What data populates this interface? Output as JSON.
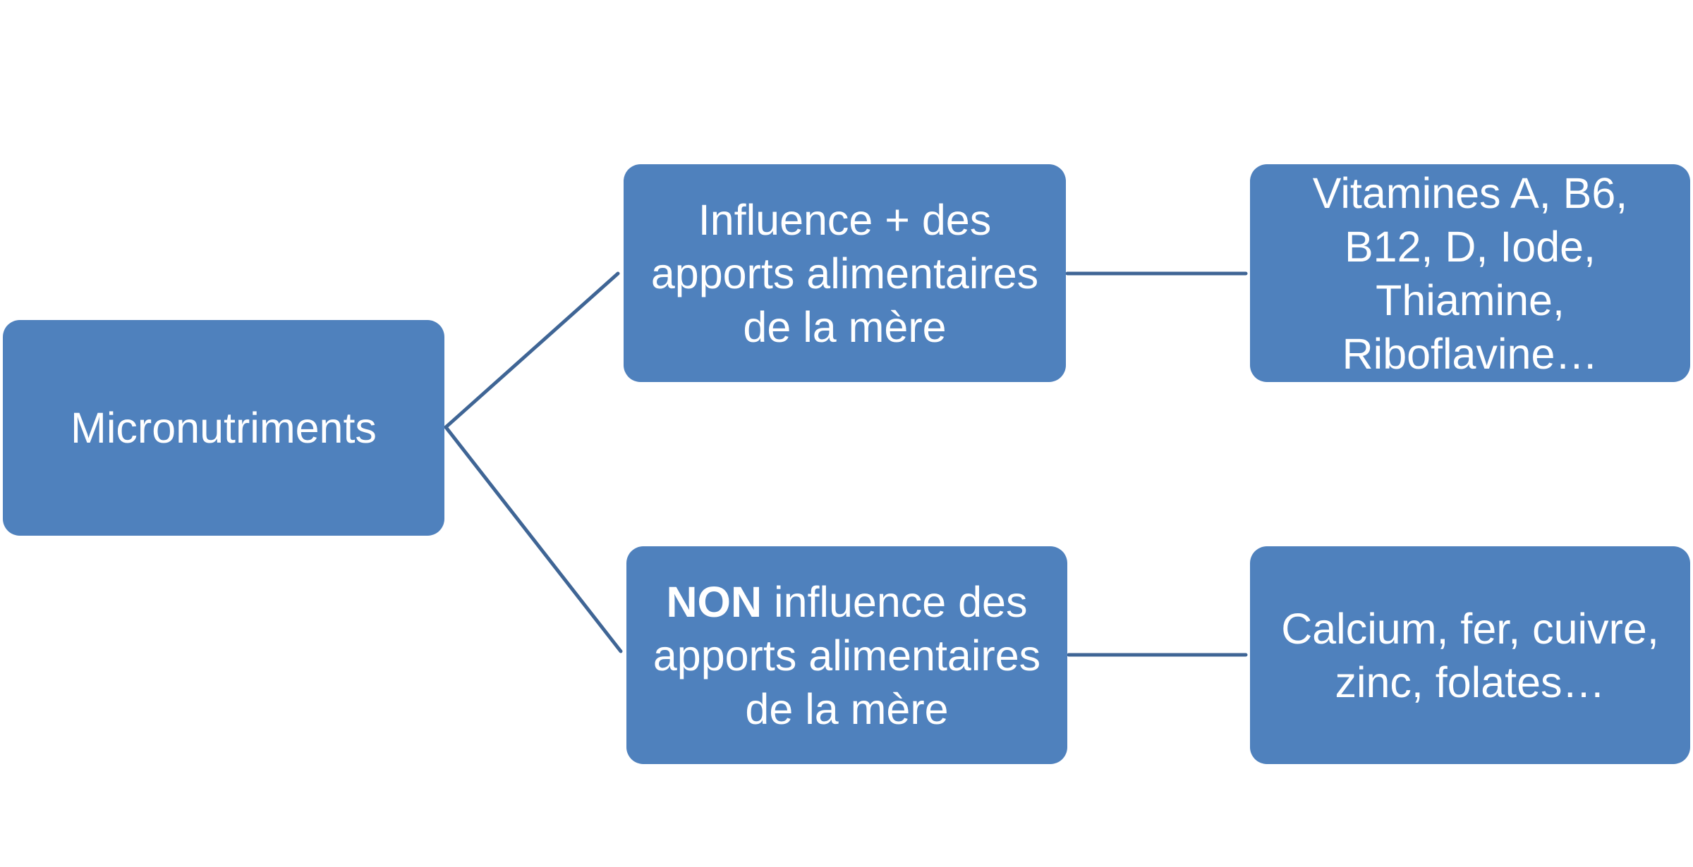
{
  "colors": {
    "node_fill": "#4f81bd",
    "node_text": "#ffffff",
    "connector": "#3f6595",
    "background": "#ffffff"
  },
  "nodes": {
    "root": {
      "label": "Micronutriments"
    },
    "positive": {
      "label": "Influence + des\napports alimentaires\nde la mère"
    },
    "negative": {
      "label_strong": "NON",
      "label_rest": " influence des\napports alimentaires\nde la mère"
    },
    "positive_examples": {
      "label": "Vitamines A, B6,\nB12, D, Iode,\nThiamine,\nRiboflavine…"
    },
    "negative_examples": {
      "label": "Calcium, fer, cuivre,\nzinc, folates…"
    }
  }
}
